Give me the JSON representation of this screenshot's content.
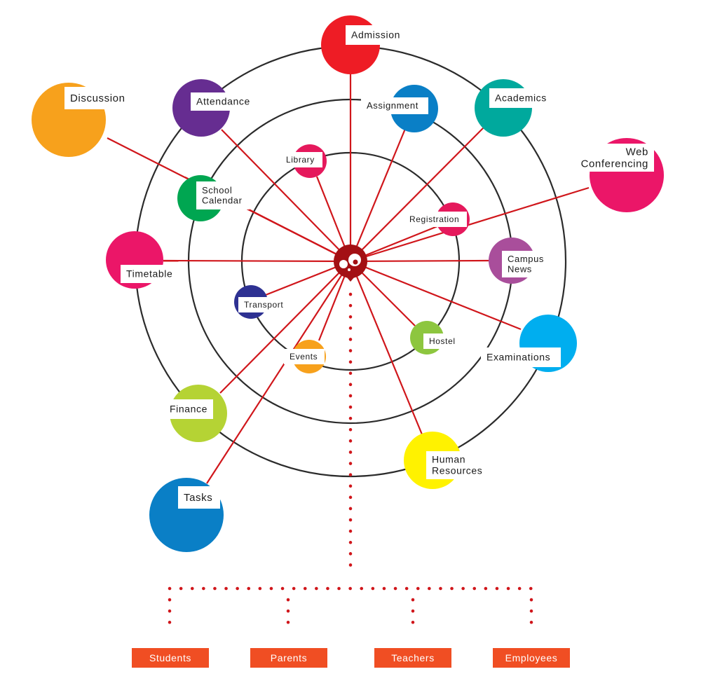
{
  "colors": {
    "ring": "#2b2b2b",
    "spoke": "#d0161b",
    "hub": "#a31014",
    "role_box": "#f04e23"
  },
  "hub": {
    "icon": "logo-icon"
  },
  "modules": [
    {
      "id": "admission",
      "label": "Admission",
      "color": "#ee1c25"
    },
    {
      "id": "discussion",
      "label": "Discussion",
      "color": "#f7a11c"
    },
    {
      "id": "attendance",
      "label": "Attendance",
      "color": "#662d91"
    },
    {
      "id": "assignment",
      "label": "Assignment",
      "color": "#0a7fc6"
    },
    {
      "id": "academics",
      "label": "Academics",
      "color": "#00a99d"
    },
    {
      "id": "web-conferencing",
      "label": "Web\nConferencing",
      "color": "#eb1668"
    },
    {
      "id": "library",
      "label": "Library",
      "color": "#e5195c"
    },
    {
      "id": "school-calendar",
      "label": "School\nCalendar",
      "color": "#00a651"
    },
    {
      "id": "registration",
      "label": "Registration",
      "color": "#e5195c"
    },
    {
      "id": "campus-news",
      "label": "Campus\nNews",
      "color": "#a94e9b"
    },
    {
      "id": "timetable",
      "label": "Timetable",
      "color": "#eb1668"
    },
    {
      "id": "transport",
      "label": "Transport",
      "color": "#2e3192"
    },
    {
      "id": "hostel",
      "label": "Hostel",
      "color": "#8dc63f"
    },
    {
      "id": "examinations",
      "label": "Examinations",
      "color": "#00aeef"
    },
    {
      "id": "events",
      "label": "Events",
      "color": "#f7a11c"
    },
    {
      "id": "finance",
      "label": "Finance",
      "color": "#b5d334"
    },
    {
      "id": "human-resources",
      "label": "Human\nResources",
      "color": "#fff200"
    },
    {
      "id": "tasks",
      "label": "Tasks",
      "color": "#0a7fc6"
    }
  ],
  "roles": [
    {
      "id": "students",
      "label": "Students"
    },
    {
      "id": "parents",
      "label": "Parents"
    },
    {
      "id": "teachers",
      "label": "Teachers"
    },
    {
      "id": "employees",
      "label": "Employees"
    }
  ]
}
